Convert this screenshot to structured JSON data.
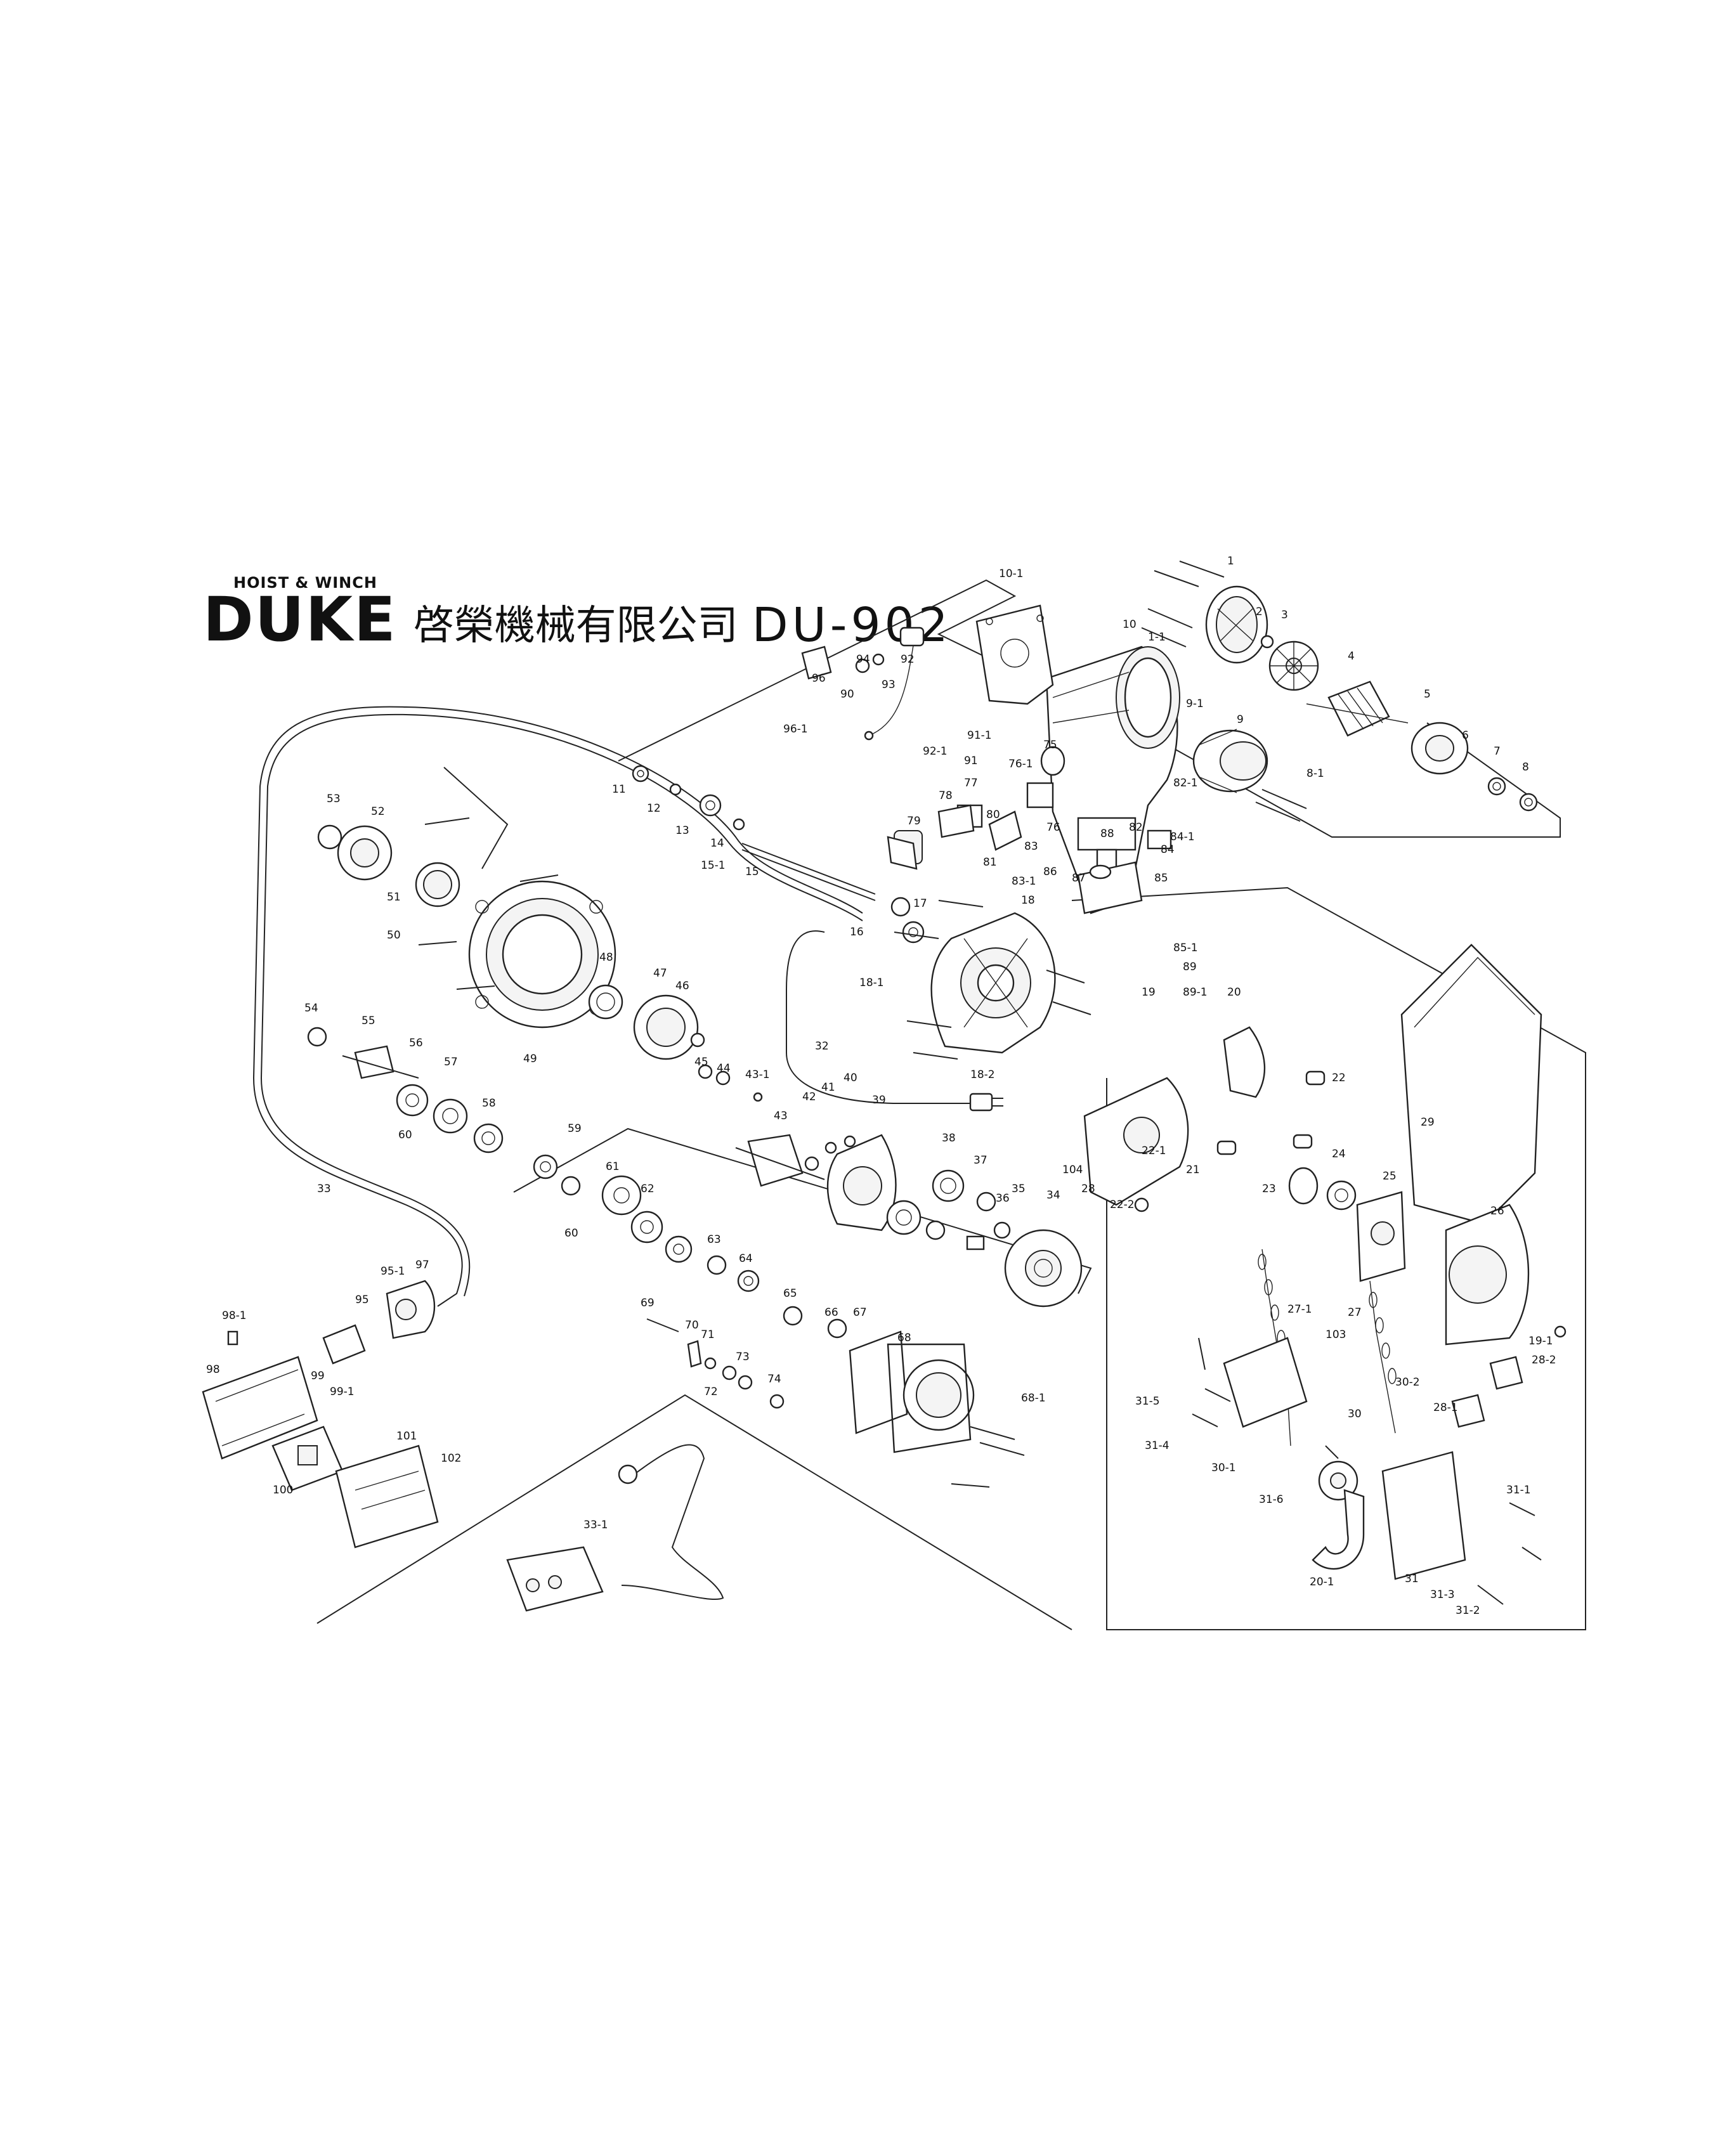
{
  "header": {
    "brand": "DUKE",
    "brand_sub": "HOIST & WINCH",
    "company": "啓榮機械有限公司",
    "model": "DU-902"
  },
  "part_labels": [
    "1",
    "1-1",
    "2",
    "3",
    "4",
    "5",
    "6",
    "7",
    "8",
    "8-1",
    "9",
    "9-1",
    "10",
    "10-1",
    "11",
    "12",
    "13",
    "14",
    "15",
    "15-1",
    "16",
    "17",
    "18",
    "18-1",
    "18-2",
    "19",
    "19-1",
    "20",
    "20-1",
    "21",
    "22",
    "22-1",
    "22-2",
    "23",
    "24",
    "25",
    "26",
    "27",
    "27-1",
    "28",
    "28-1",
    "28-2",
    "29",
    "30",
    "30-1",
    "30-2",
    "31",
    "31-1",
    "31-2",
    "31-3",
    "31-4",
    "31-5",
    "31-6",
    "32",
    "33",
    "33-1",
    "34",
    "35",
    "36",
    "37",
    "38",
    "39",
    "40",
    "41",
    "42",
    "43",
    "43-1",
    "44",
    "45",
    "46",
    "47",
    "48",
    "49",
    "50",
    "51",
    "52",
    "53",
    "54",
    "55",
    "56",
    "57",
    "58",
    "59",
    "60",
    "61",
    "62",
    "63",
    "64",
    "65",
    "66",
    "67",
    "68",
    "68-1",
    "69",
    "70",
    "71",
    "72",
    "73",
    "74",
    "75",
    "76",
    "76-1",
    "77",
    "78",
    "79",
    "80",
    "81",
    "82",
    "82-1",
    "83",
    "83-1",
    "84",
    "84-1",
    "85",
    "85-1",
    "86",
    "87",
    "88",
    "89",
    "89-1",
    "90",
    "91",
    "91-1",
    "92",
    "92-1",
    "93",
    "94",
    "95",
    "95-1",
    "96",
    "96-1",
    "97",
    "98",
    "98-1",
    "99",
    "99-1",
    "100",
    "101",
    "102",
    "103",
    "104"
  ]
}
